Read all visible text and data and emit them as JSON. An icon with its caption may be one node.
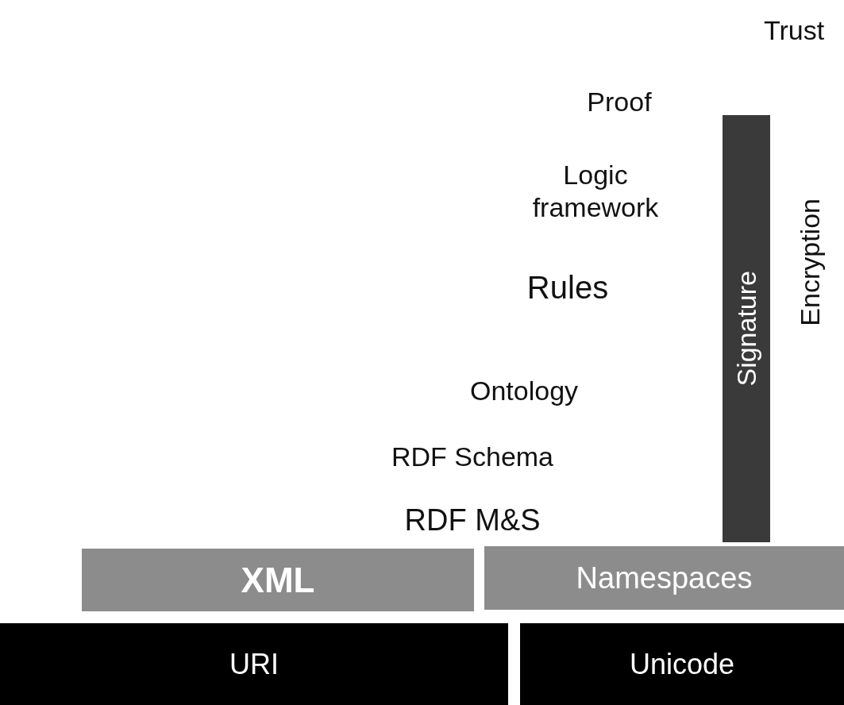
{
  "diagram": {
    "nodes": [
      {
        "text": [
          "Signature"
        ]
      },
      {
        "text": [
          "XML"
        ]
      },
      {
        "text": [
          "Namespaces"
        ]
      },
      {
        "text": [
          "URI"
        ]
      },
      {
        "text": [
          "Unicode"
        ]
      }
    ],
    "edges": [],
    "labels": [
      "Trust",
      "Proof",
      "Logic framework",
      "Rules",
      "Ontology",
      "RDF Schema",
      "RDF M&S",
      "Encryption"
    ]
  }
}
